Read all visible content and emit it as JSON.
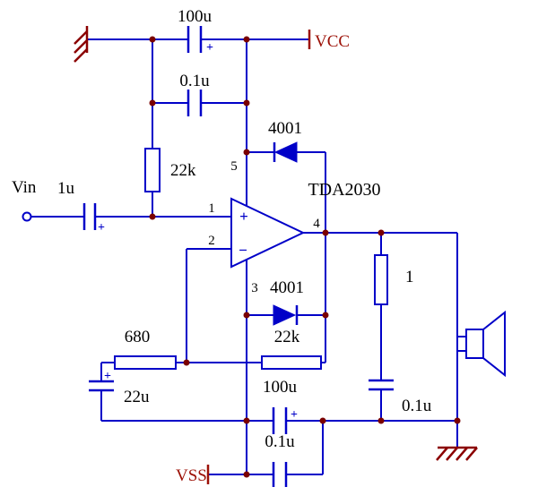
{
  "diagram": {
    "device_label": "TDA2030",
    "input_label": "Vin",
    "power_labels": {
      "vcc": "VCC",
      "vss": "VSS"
    },
    "opamp": {
      "plus_sign": "+",
      "minus_sign": "−",
      "pins": {
        "noninverting": "1",
        "inverting": "2",
        "v_minus": "3",
        "output": "4",
        "v_plus": "5"
      }
    },
    "components": {
      "cap_vcc_bulk": {
        "label": "100u",
        "polarity_mark": "+"
      },
      "cap_vcc_hf": {
        "label": "0.1u"
      },
      "res_bias": {
        "label": "22k"
      },
      "cap_input": {
        "label": "1u",
        "polarity_mark": "+"
      },
      "diode_to_vcc": {
        "label": "4001"
      },
      "diode_to_vss": {
        "label": "4001"
      },
      "res_feedback": {
        "label": "22k"
      },
      "res_gain": {
        "label": "680"
      },
      "cap_gain": {
        "label": "22u",
        "polarity_mark": "+"
      },
      "cap_vss_bulk": {
        "label": "100u",
        "polarity_mark": "+"
      },
      "cap_vss_hf": {
        "label": "0.1u"
      },
      "res_zobel": {
        "label": "1"
      },
      "cap_zobel": {
        "label": "0.1u"
      }
    },
    "colors": {
      "wire": "#0000C8",
      "junction_dot": "#7A0000",
      "power_label": "#9C1006",
      "component_label": "#000000",
      "background": "#FFFFFF"
    }
  }
}
